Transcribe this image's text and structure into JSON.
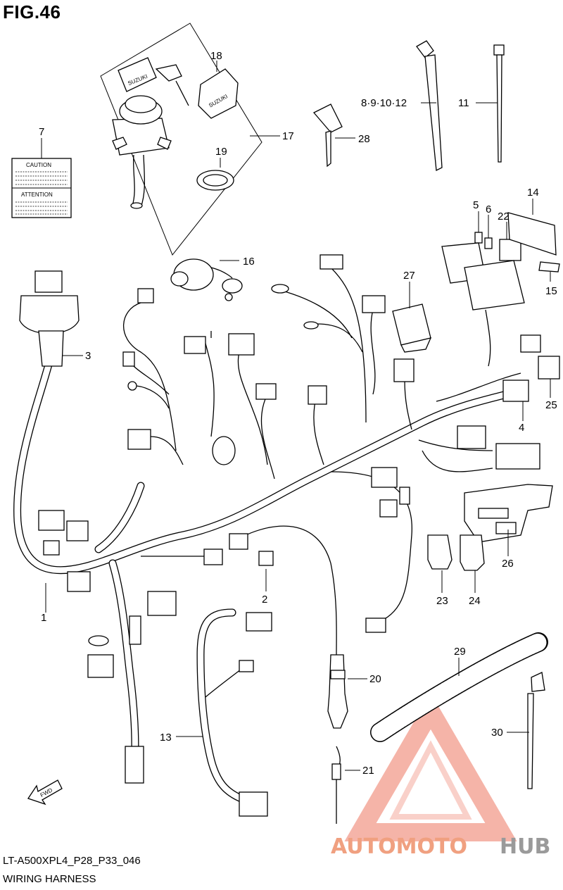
{
  "figure": {
    "title": "FIG.46",
    "code": "LT-A500XPL4_P28_P33_046",
    "name": "WIRING HARNESS"
  },
  "callouts": {
    "p1": "1",
    "p2": "2",
    "p3": "3",
    "p4": "4",
    "p5": "5",
    "p6": "6",
    "p7": "7",
    "p8_12": "8·9·10·12",
    "p11": "11",
    "p13": "13",
    "p14": "14",
    "p15": "15",
    "p16": "16",
    "p17": "17",
    "p18": "18",
    "p19": "19",
    "p20": "20",
    "p21": "21",
    "p22": "22",
    "p23": "23",
    "p24": "24",
    "p25": "25",
    "p26": "26",
    "p27": "27",
    "p28": "28",
    "p29": "29",
    "p30": "30"
  },
  "label_text": {
    "caution": "CAUTION",
    "attention": "ATTENTION",
    "suzuki": "SUZUKI",
    "fwd": "FWD"
  },
  "watermark": {
    "part1": "AUTOMOTO",
    "part2": "HUB",
    "color_primary": "#f0a080",
    "color_secondary": "#9a9a9a",
    "triangle_color": "#f29b8c"
  }
}
